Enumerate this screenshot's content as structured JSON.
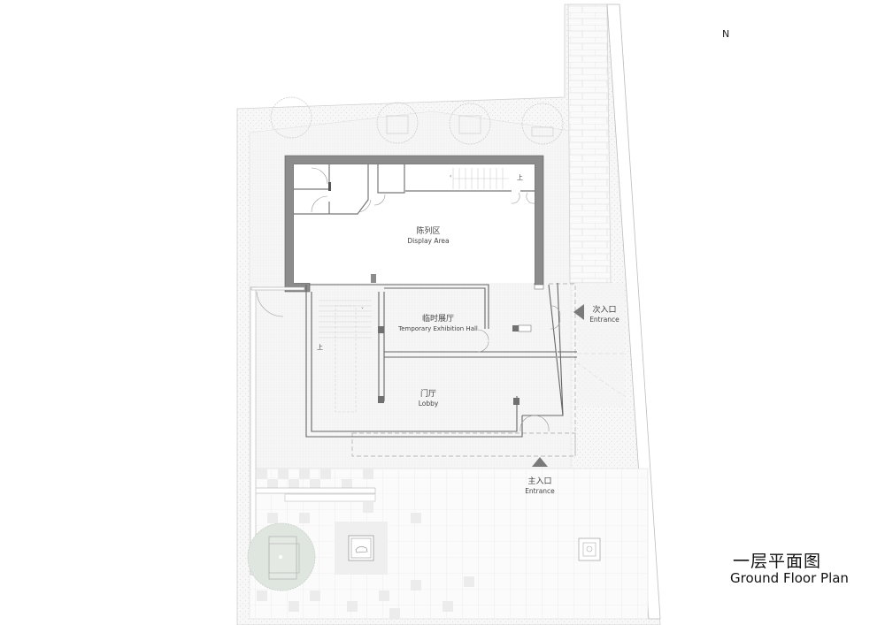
{
  "drawing": {
    "title_cn": "一层平面图",
    "title_en": "Ground Floor Plan",
    "north_label": "N"
  },
  "rooms": [
    {
      "id": "display",
      "name_cn": "陈列区",
      "name_en": "Display Area"
    },
    {
      "id": "temporary",
      "name_cn": "临时展厅",
      "name_en": "Temporary Exhibition Hall"
    },
    {
      "id": "lobby",
      "name_cn": "门厅",
      "name_en": "Lobby"
    }
  ],
  "entrances": [
    {
      "id": "secondary",
      "name_cn": "次入口",
      "name_en": "Entrance",
      "arrow": "left"
    },
    {
      "id": "main",
      "name_cn": "主入口",
      "name_en": "Entrance",
      "arrow": "up"
    }
  ],
  "stair_labels": {
    "upper_stair": "上",
    "lower_stair": "上"
  },
  "colors": {
    "wall_fill": "#8c8c8c",
    "wall_stroke": "#555555",
    "line": "#9a9a9a",
    "light_line": "#d4d4d4",
    "site_fill": "#f4f4f4",
    "paving_dark": "#ececec",
    "arrow": "#7a7a7a",
    "tree_fill": "#dfe6df"
  }
}
